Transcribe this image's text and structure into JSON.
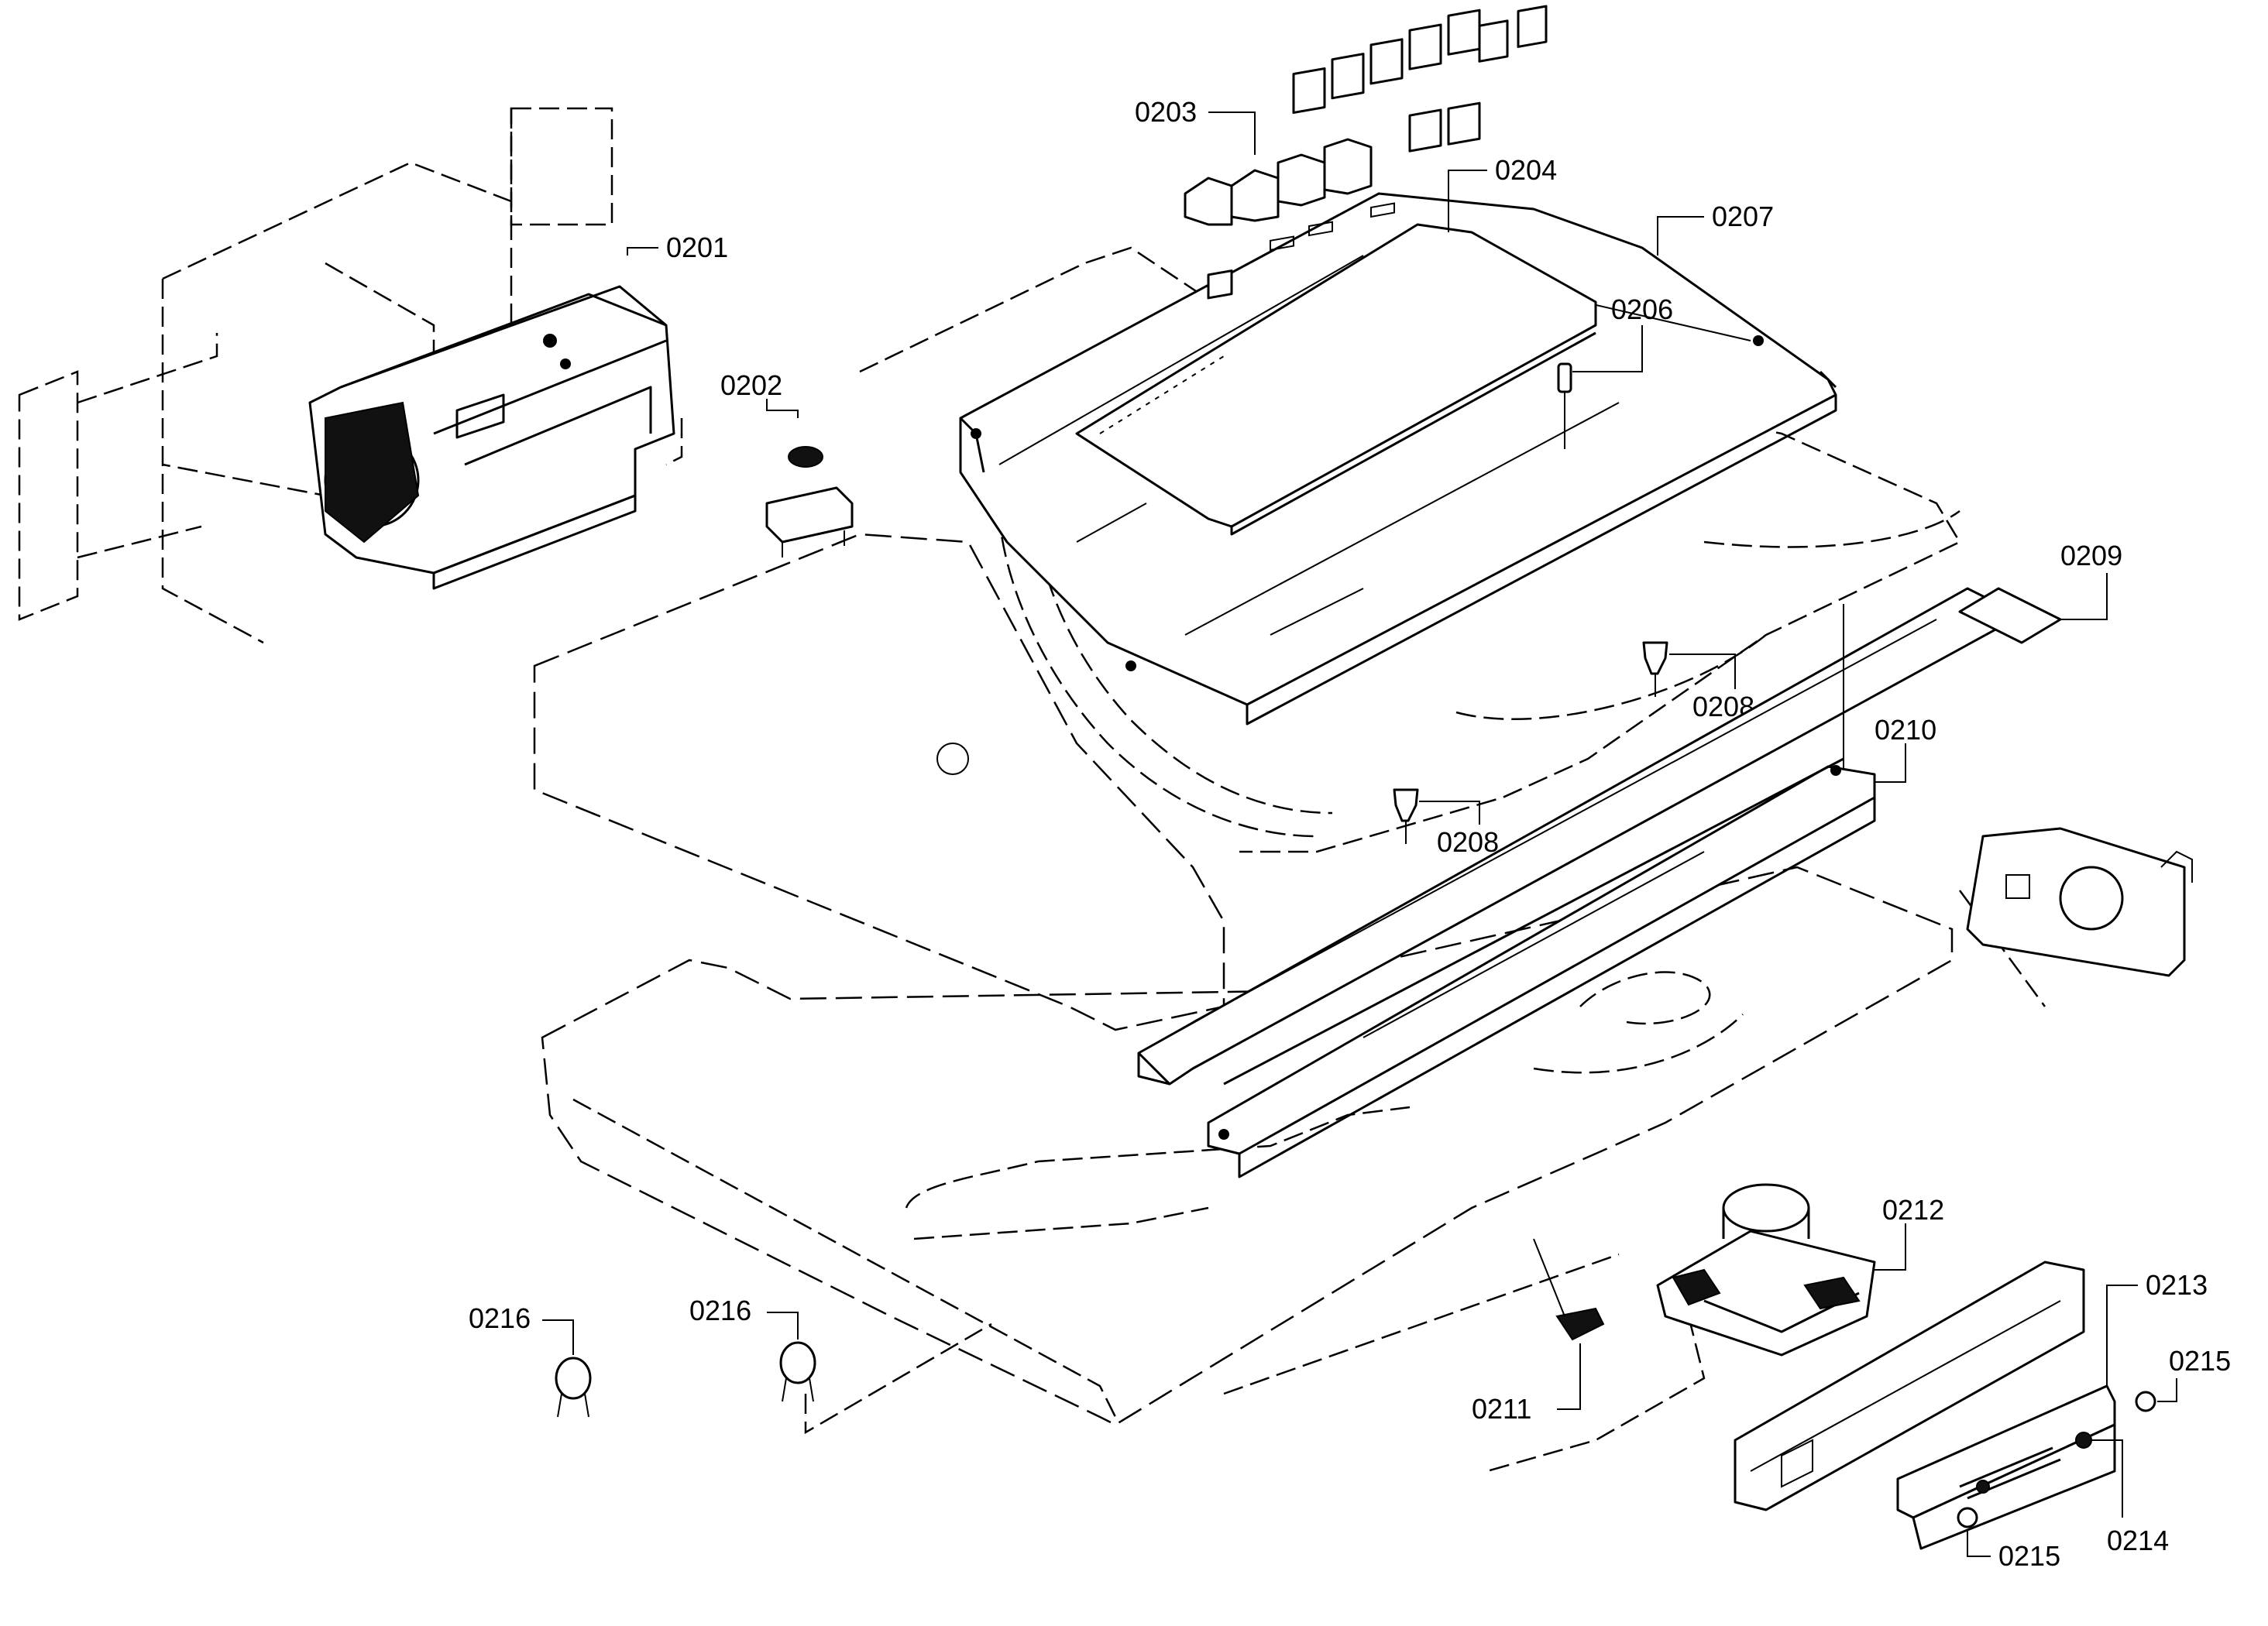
{
  "parts": {
    "p0201": "0201",
    "p0202": "0202",
    "p0203": "0203",
    "p0204": "0204",
    "p0206": "0206",
    "p0207": "0207",
    "p0208a": "0208",
    "p0208b": "0208",
    "p0209": "0209",
    "p0210": "0210",
    "p0211": "0211",
    "p0212": "0212",
    "p0213": "0213",
    "p0214": "0214",
    "p0215a": "0215",
    "p0215b": "0215",
    "p0216a": "0216",
    "p0216b": "0216"
  }
}
